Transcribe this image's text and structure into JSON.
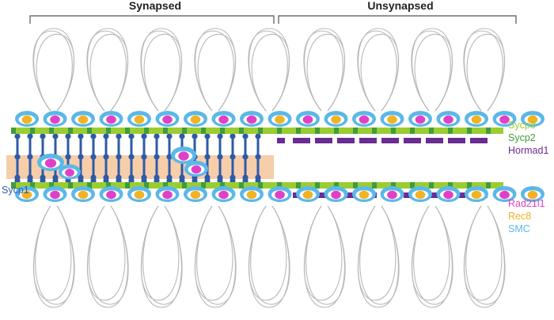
{
  "headers": {
    "synapsed": "Synapsed",
    "unsynapsed": "Unsynapsed"
  },
  "labels": {
    "sycp1": "Sycp1",
    "sycp3": "Sycp3",
    "sycp2": "Sycp2",
    "hormad1": "Hormad1",
    "rad21l1": "Rad21l1",
    "rec8": "Rec8",
    "smc": "SMC"
  },
  "colors": {
    "sycp1": "#2e5aa8",
    "sycp3": "#9acd32",
    "sycp2": "#3f9d3a",
    "hormad1": "#6a2c91",
    "rad21l1": "#e040c8",
    "rec8": "#f0b323",
    "smc": "#5bb8e8",
    "central_band": "#f5c9a0",
    "chromatin_loop": "#b9b9b9",
    "bracket": "#555555"
  },
  "top_cohesins": [
    "rec8",
    "rad21l1",
    "rec8",
    "rad21l1",
    "rec8",
    "rad21l1",
    "rec8",
    "rad21l1",
    "rad21l1",
    "rec8",
    "rad21l1",
    "rec8",
    "rad21l1",
    "rec8",
    "rad21l1",
    "rad21l1",
    "rec8",
    "rad21l1",
    "rec8"
  ],
  "bottom_cohesins": [
    "rec8",
    "rad21l1",
    "rec8",
    "rad21l1",
    "rec8",
    "rad21l1",
    "rec8",
    "rad21l1",
    "rec8",
    "rad21l1",
    "rec8",
    "rad21l1",
    "rec8",
    "rad21l1",
    "rec8",
    "rad21l1",
    "rec8",
    "rad21l1",
    "rec8"
  ]
}
